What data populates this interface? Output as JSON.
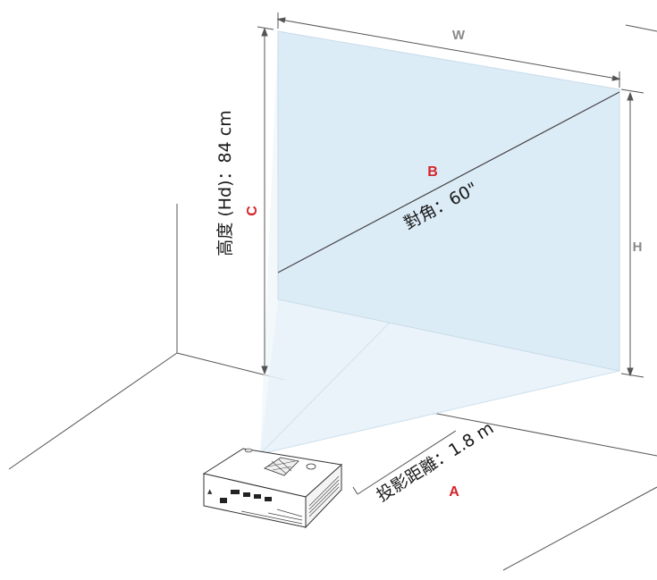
{
  "diagram": {
    "width_letter": "W",
    "height_letter": "H",
    "distance_letter": "A",
    "diagonal_letter": "B",
    "height_value_letter": "C",
    "height_label": "高度 (Hd)：84 cm",
    "diagonal_label": "對角：60\"",
    "distance_label": "投影距離：1.8 m"
  },
  "colors": {
    "screen_fill": "#dcecf7",
    "beam_fill": "#e8f2f8",
    "line": "#555555",
    "accent_red": "#d4242a",
    "dim_gray": "#8a8a8a"
  }
}
